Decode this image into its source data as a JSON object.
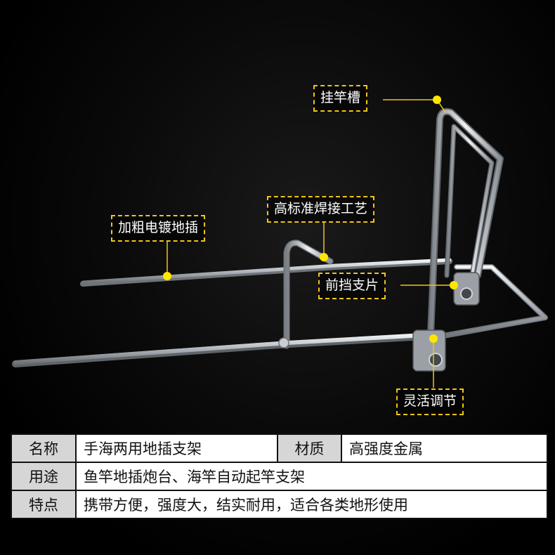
{
  "callouts": {
    "hanger": "挂竿槽",
    "welding": "高标准焊接工艺",
    "stake": "加粗电镀地插",
    "front_plate": "前挡支片",
    "adjust": "灵活调节"
  },
  "specs": {
    "name_label": "名称",
    "name_value": "手海两用地插支架",
    "material_label": "材质",
    "material_value": "高强度金属",
    "usage_label": "用途",
    "usage_value": "鱼竿地插炮台、海竿自动起竿支架",
    "feature_label": "特点",
    "feature_value": "携带方便，强度大，结实耐用，适合各类地形使用"
  },
  "colors": {
    "background": "#000000",
    "callout_border": "#f0c419",
    "dot": "#ffe600",
    "metal": "#cfd3d8",
    "table_key_bg": "#d6d6d6"
  }
}
